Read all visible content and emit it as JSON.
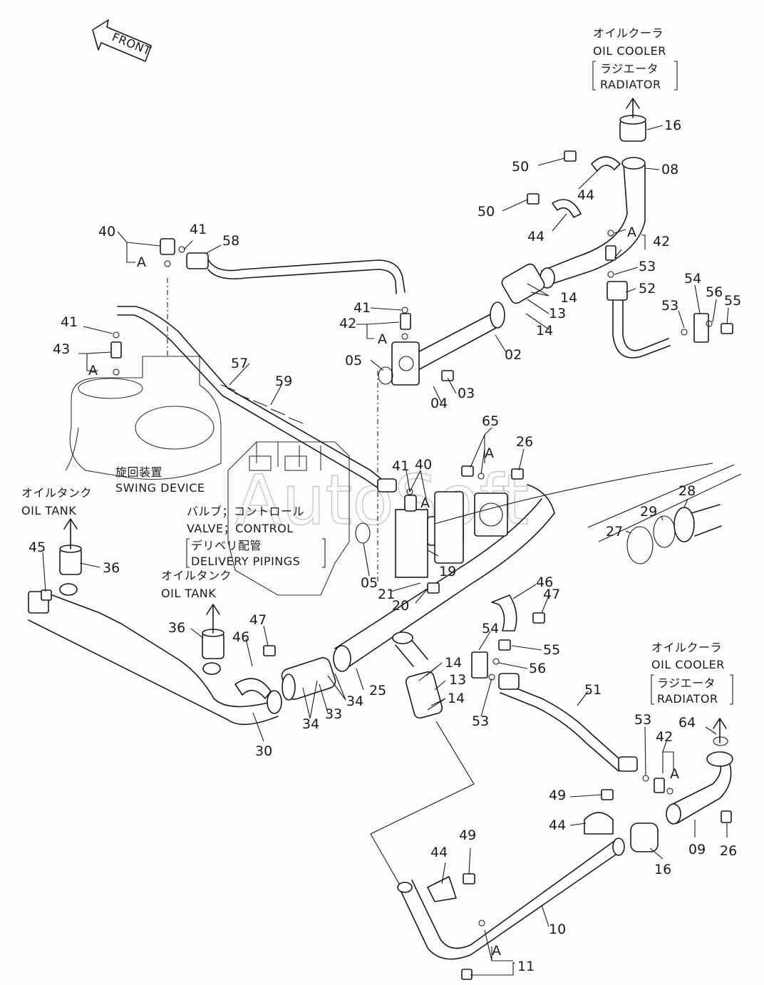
{
  "diagram": {
    "front_label": "FRONT",
    "watermark": "AutoSoft",
    "part_labels": {
      "p16a": "16",
      "p08": "08",
      "p50a": "50",
      "p50b": "50",
      "p44a": "44",
      "p44b": "44",
      "pA1": "A",
      "p42a": "42",
      "p53a": "53",
      "p52": "52",
      "p54a": "54",
      "p56a": "56",
      "p55a": "55",
      "p53b": "53",
      "p40a": "40",
      "p41a": "41",
      "p58": "58",
      "pA2": "A",
      "p41b": "41",
      "p43": "43",
      "pA3": "A",
      "p41c": "41",
      "p42b": "42",
      "pA4": "A",
      "p14a": "14",
      "p13a": "13",
      "p14b": "14",
      "p05a": "05",
      "p02": "02",
      "p03": "03",
      "p04": "04",
      "p57": "57",
      "p59": "59",
      "p65": "65",
      "pA5": "A",
      "p26a": "26",
      "p41d": "41",
      "p40b": "40",
      "pA6": "A",
      "p28": "28",
      "p29": "29",
      "p27": "27",
      "p45": "45",
      "p36a": "36",
      "p05b": "05",
      "p19": "19",
      "p21": "21",
      "p20": "20",
      "p46a": "46",
      "p47a": "47",
      "p36b": "36",
      "p47b": "47",
      "p46b": "46",
      "p25": "25",
      "p54b": "54",
      "p55b": "55",
      "p56b": "56",
      "p14c": "14",
      "p13b": "13",
      "p14d": "14",
      "p53c": "53",
      "p34a": "34",
      "p33": "33",
      "p34b": "34",
      "p30": "30",
      "p51": "51",
      "p53d": "53",
      "p42c": "42",
      "pA7": "A",
      "p64": "64",
      "p49a": "49",
      "p44c": "44",
      "p16b": "16",
      "p09": "09",
      "p26b": "26",
      "p44d": "44",
      "p49b": "49",
      "p10": "10",
      "pA8": "A",
      "p11": "11"
    },
    "captions": {
      "oil_cooler_top_jp": "オイルクーラ",
      "oil_cooler_top_en": "OIL COOLER",
      "radiator_top_jp": "ラジエータ",
      "radiator_top_en": "RADIATOR",
      "swing_device_jp": "旋回装置",
      "swing_device_en": "SWING DEVICE",
      "oil_tank_left_jp": "オイルタンク",
      "oil_tank_left_en": "OIL TANK",
      "valve_control_jp": "バルブ；コントロール",
      "valve_control_en": "VALVE；CONTROL",
      "delivery_jp": "デリベリ配管",
      "delivery_en": "DELIVERY PIPINGS",
      "oil_tank_mid_jp": "オイルタンク",
      "oil_tank_mid_en": "OIL TANK",
      "oil_cooler_right_jp": "オイルクーラ",
      "oil_cooler_right_en": "OIL COOLER",
      "radiator_right_jp": "ラジエータ",
      "radiator_right_en": "RADIATOR"
    }
  }
}
